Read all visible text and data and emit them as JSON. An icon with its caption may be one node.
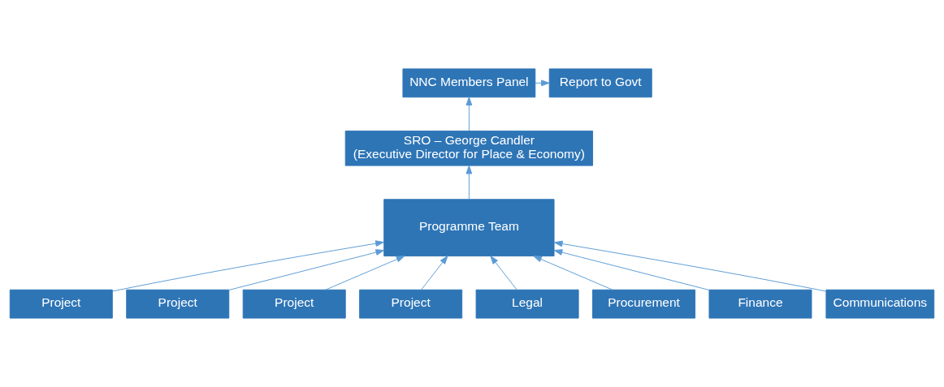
{
  "diagram": {
    "nodes": [
      {
        "text": [
          "NNC Members Panel"
        ]
      },
      {
        "text": [
          "Report to Govt"
        ]
      },
      {
        "text": [
          "SRO – George Candler (Executive Director for Place & Economy)"
        ]
      },
      {
        "text": [
          "Project"
        ]
      },
      {
        "text": [
          "Project"
        ]
      },
      {
        "text": [
          "Project"
        ]
      },
      {
        "text": [
          "Project"
        ]
      },
      {
        "text": [
          "Programme Team"
        ]
      },
      {
        "text": [
          "Legal"
        ]
      },
      {
        "text": [
          "Procurement"
        ]
      },
      {
        "text": [
          "Finance"
        ]
      },
      {
        "text": [
          "Communications"
        ]
      }
    ],
    "edges": [
      {
        "from": 0,
        "to": 1,
        "arrow": "to"
      },
      {
        "from": 2,
        "to": 0,
        "arrow": "to"
      },
      {
        "from": 7,
        "to": 2,
        "arrow": "to"
      },
      {
        "from": 3,
        "to": 7,
        "arrow": "to"
      },
      {
        "from": 4,
        "to": 7,
        "arrow": "to"
      },
      {
        "from": 5,
        "to": 7,
        "arrow": "to"
      },
      {
        "from": 6,
        "to": 7,
        "arrow": "to"
      },
      {
        "from": 8,
        "to": 7,
        "arrow": "to"
      },
      {
        "from": 9,
        "to": 7,
        "arrow": "to"
      },
      {
        "from": 10,
        "to": 7,
        "arrow": "to"
      },
      {
        "from": 11,
        "to": 7,
        "arrow": "to"
      }
    ]
  }
}
